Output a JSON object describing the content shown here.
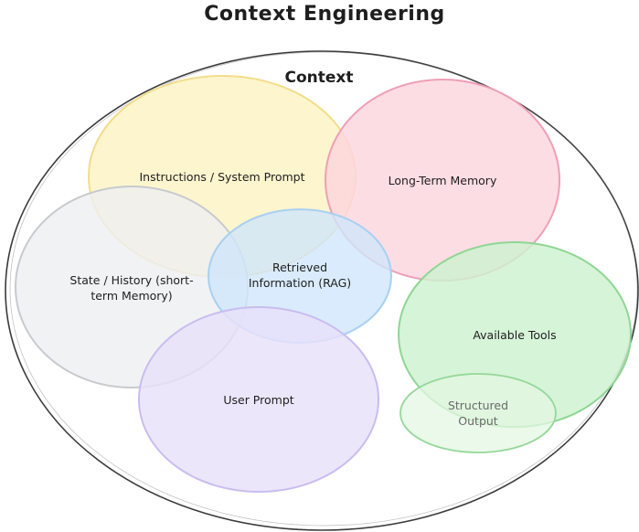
{
  "title": "Context Engineering",
  "container_label": "Context",
  "components": {
    "instructions": {
      "label_lines": [
        "Instructions / System Prompt"
      ],
      "fill": "#fdf3c6",
      "stroke": "#f2dd8a"
    },
    "long_term_memory": {
      "label_lines": [
        "Long-Term Memory"
      ],
      "fill": "#fcd6de",
      "stroke": "#ee9fb5"
    },
    "state_history": {
      "label_lines": [
        "State / History (short-",
        "term Memory)"
      ],
      "fill": "#eeeff2",
      "stroke": "#c8cace"
    },
    "retrieved_information": {
      "label_lines": [
        "Retrieved",
        "Information (RAG)"
      ],
      "fill": "#cfe6fb",
      "stroke": "#a8d0f2"
    },
    "available_tools": {
      "label_lines": [
        "Available Tools"
      ],
      "fill": "#cdf2cf",
      "stroke": "#8fd694"
    },
    "user_prompt": {
      "label_lines": [
        "User Prompt"
      ],
      "fill": "#e8e1fa",
      "stroke": "#c9bdf0"
    },
    "structured_output": {
      "label_lines": [
        "Structured",
        "Output"
      ],
      "fill": "#e3f7e2",
      "stroke": "#95d79a"
    }
  }
}
